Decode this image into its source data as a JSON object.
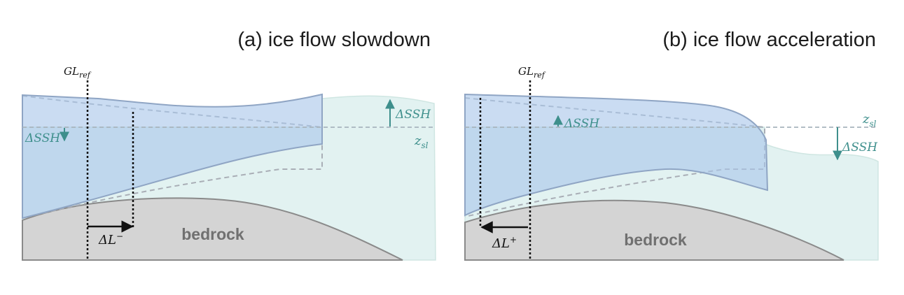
{
  "panels": [
    {
      "title": "(a) ice flow slowdown",
      "gl_main": "GL",
      "gl_sub": "ref",
      "ssh_up": "ΔSSH",
      "ssh_down": "ΔSSH",
      "zsl_main": "z",
      "zsl_sub": "sl",
      "dl_main": "ΔL",
      "dl_sup": "−",
      "bedrock": "bedrock"
    },
    {
      "title": "(b) ice flow acceleration",
      "gl_main": "GL",
      "gl_sub": "ref",
      "ssh_up": "ΔSSH",
      "ssh_down": "ΔSSH",
      "zsl_main": "z",
      "zsl_sub": "sl",
      "dl_main": "ΔL",
      "dl_sup": "+",
      "bedrock": "bedrock"
    }
  ],
  "colors": {
    "ocean": "#ddf0ee",
    "ice": "#b9d2ee",
    "bedrock": "#d3d3d3",
    "teal": "#3e8f8c"
  }
}
